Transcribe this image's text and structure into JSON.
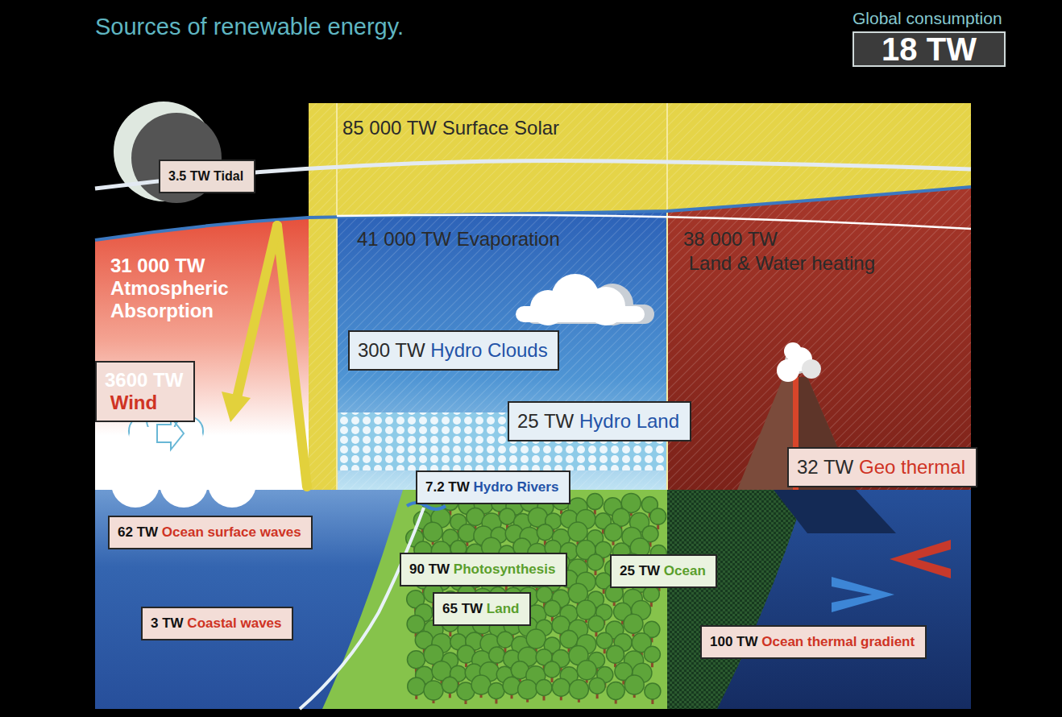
{
  "diagram": {
    "title": "Sources of renewable energy.",
    "nodes": [
      {
        "text": [
          "Global consumption",
          "18 TW"
        ]
      },
      {
        "text": [
          "85 000 TW",
          "Surface Solar"
        ]
      },
      {
        "text": [
          "3.5 TW",
          "Tidal"
        ]
      },
      {
        "text": [
          "31 000 TW",
          "Atmospheric Absorption"
        ]
      },
      {
        "text": [
          "41 000 TW",
          "Evaporation"
        ],
        "in": 1
      },
      {
        "text": [
          "38 000 TW",
          "Land & Water heating"
        ],
        "in": 1
      },
      {
        "text": [
          "3600 TW",
          "Wind"
        ],
        "in": 3
      },
      {
        "text": [
          "300 TW",
          "Hydro Clouds"
        ],
        "in": 4
      },
      {
        "text": [
          "25 TW",
          "Hydro Land"
        ],
        "in": 4
      },
      {
        "text": [
          "7.2 TW",
          "Hydro Rivers"
        ]
      },
      {
        "text": [
          "32 TW",
          "Geo thermal"
        ],
        "in": 5
      },
      {
        "text": [
          "62 TW",
          "Ocean surface waves"
        ]
      },
      {
        "text": [
          "90 TW",
          "Photosynthesis"
        ]
      },
      {
        "text": [
          "25 TW",
          "Ocean"
        ]
      },
      {
        "text": [
          "65 TW",
          "Land"
        ]
      },
      {
        "text": [
          "3 TW",
          "Coastal waves"
        ]
      },
      {
        "text": [
          "100 TW",
          "Ocean thermal gradient"
        ]
      }
    ]
  }
}
